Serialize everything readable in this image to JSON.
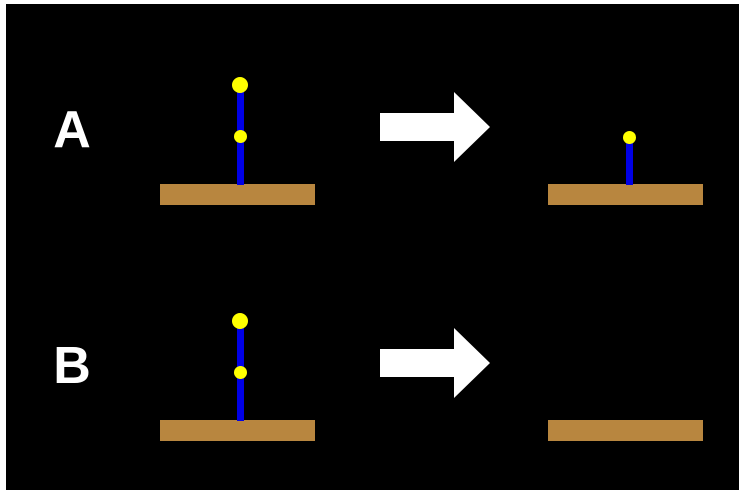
{
  "rows": [
    {
      "label": "A",
      "before": {
        "segments": 2
      },
      "after": {
        "segments": 1
      }
    },
    {
      "label": "B",
      "before": {
        "segments": 2
      },
      "after": {
        "segments": 0
      }
    }
  ],
  "colors": {
    "background": "#000000",
    "platform": "#b8863f",
    "rod": "#0000e6",
    "node": "#ffff00",
    "arrow": "#ffffff",
    "label": "#ffffff"
  },
  "icons": {
    "arrow": "right-arrow-icon"
  }
}
